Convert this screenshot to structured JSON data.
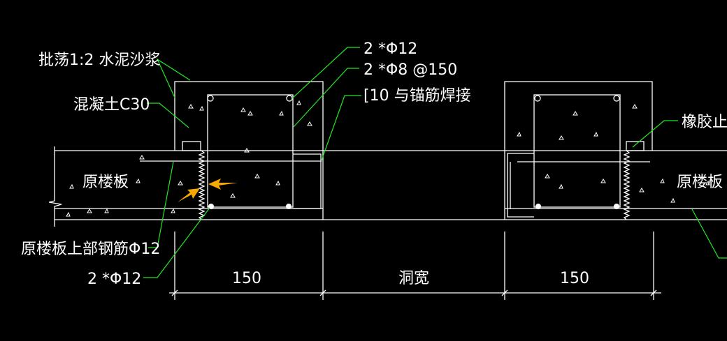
{
  "labels": {
    "plaster": "批荡1:2 水泥沙浆",
    "concrete": "混凝土C30",
    "top_bars": "2 *Φ12",
    "stirrups": "2 *Φ8 @150",
    "channel": "[10 与锚筋焊接",
    "waterstop": "橡胶止水",
    "slab_left": "原楼板",
    "slab_right": "原楼板",
    "slab_top_rebar": "原楼板上部钢筋Φ12",
    "bottom_bars": "2 *Φ12"
  },
  "dimensions": {
    "left": "150",
    "middle": "洞宽",
    "right": "150"
  },
  "colors": {
    "background": "#000000",
    "lines": "#ffffff",
    "leaders": "#22e622",
    "arrows": "#f5a800"
  }
}
